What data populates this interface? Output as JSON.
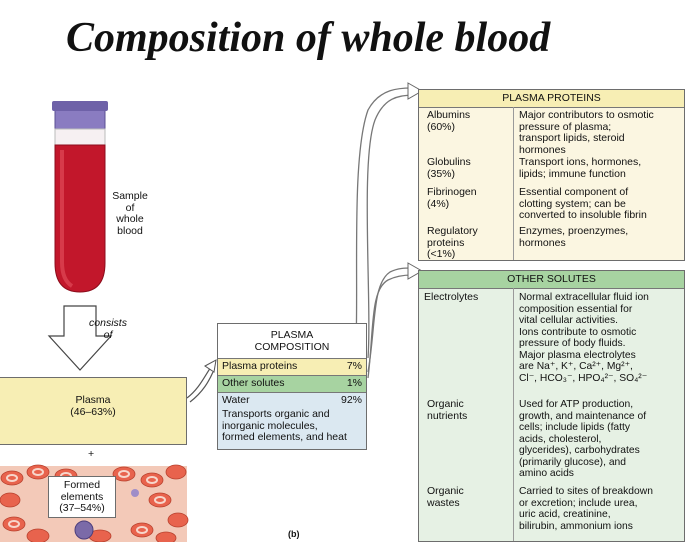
{
  "title": "Composition of whole blood",
  "tube_label": "Sample\nof\nwhole\nblood",
  "arrow_label": "consists\nof",
  "plasma_label": "Plasma\n(46–63%)",
  "plus_sign": "+",
  "formed_label": "Formed\nelements\n(37–54%)",
  "figure_label": "(b)",
  "plasma_composition": {
    "header": "PLASMA\nCOMPOSITION",
    "rows": [
      {
        "name": "Plasma proteins",
        "value": "7%"
      },
      {
        "name": "Other solutes",
        "value": "1%"
      },
      {
        "name": "Water",
        "value": "92%"
      }
    ],
    "water_note": "Transports organic and\ninorganic molecules,\nformed elements, and heat"
  },
  "plasma_proteins": {
    "header": "PLASMA PROTEINS",
    "rows": [
      {
        "name": "Albumins\n(60%)",
        "desc": "Major contributors to osmotic\npressure of plasma;\ntransport lipids, steroid\nhormones"
      },
      {
        "name": "Globulins\n(35%)",
        "desc": "Transport ions, hormones,\nlipids; immune function"
      },
      {
        "name": "Fibrinogen\n(4%)",
        "desc": "Essential component of\nclotting system; can be\nconverted to insoluble fibrin"
      },
      {
        "name": "Regulatory\nproteins\n(<1%)",
        "desc": "Enzymes, proenzymes,\nhormones"
      }
    ]
  },
  "other_solutes": {
    "header": "OTHER SOLUTES",
    "rows": [
      {
        "name": "Electrolytes",
        "desc": "Normal extracellular fluid ion\ncomposition essential for\nvital cellular activities.\nIons contribute to osmotic\npressure of body fluids.\nMajor plasma electrolytes\nare Na⁺, K⁺, Ca²⁺, Mg²⁺,\nCl⁻, HCO₃⁻, HPO₄²⁻, SO₄²⁻"
      },
      {
        "name": "Organic\nnutrients",
        "desc": "Used for ATP production,\ngrowth, and maintenance of\ncells; include lipids (fatty\nacids, cholesterol,\nglycerides), carbohydrates\n(primarily glucose), and\namino acids"
      },
      {
        "name": "Organic\nwastes",
        "desc": "Carried to sites of breakdown\nor excretion; include urea,\nuric acid, creatinine,\nbilirubin, ammonium ions"
      }
    ]
  },
  "colors": {
    "plasma_yellow": "#f7eeb4",
    "proteins_bg": "#fbf6e1",
    "solutes_bg": "#e6f1e4",
    "solutes_row": "#a7d3a1",
    "water_blue": "#dbe8f1",
    "blood_red": "#c2172b",
    "cap_purple": "#8a7cc1"
  }
}
